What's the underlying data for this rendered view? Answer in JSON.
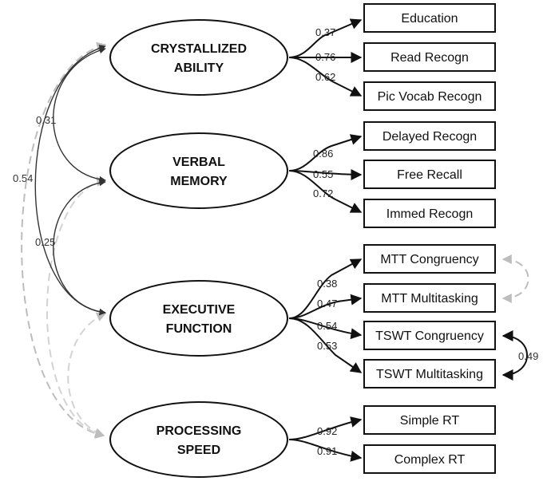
{
  "factors": [
    {
      "id": "crystallized",
      "lines": [
        "CRYSTALLIZED",
        "ABILITY"
      ]
    },
    {
      "id": "verbal",
      "lines": [
        "VERBAL",
        "MEMORY"
      ]
    },
    {
      "id": "executive",
      "lines": [
        "EXECUTIVE",
        "FUNCTION"
      ]
    },
    {
      "id": "processing",
      "lines": [
        "PROCESSING",
        "SPEED"
      ]
    }
  ],
  "indicators": [
    {
      "label": "Education",
      "loading": "0.37"
    },
    {
      "label": "Read Recogn",
      "loading": "0.76"
    },
    {
      "label": "Pic Vocab Recogn",
      "loading": "0.62"
    },
    {
      "label": "Delayed Recogn",
      "loading": "0.86"
    },
    {
      "label": "Free Recall",
      "loading": "0.55"
    },
    {
      "label": "Immed Recogn",
      "loading": "0.72"
    },
    {
      "label": "MTT Congruency",
      "loading": "0.38"
    },
    {
      "label": "MTT Multitasking",
      "loading": "0.47"
    },
    {
      "label": "TSWT Congruency",
      "loading": "0.54"
    },
    {
      "label": "TSWT Multitasking",
      "loading": "0.53"
    },
    {
      "label": "Simple RT",
      "loading": "0.92"
    },
    {
      "label": "Complex RT",
      "loading": "0.91"
    }
  ],
  "factor_correlations": [
    {
      "pair": "crystallized-verbal",
      "value": "0.31"
    },
    {
      "pair": "crystallized-executive",
      "value": "0.54"
    },
    {
      "pair": "verbal-executive",
      "value": "0.25"
    }
  ],
  "residual_correlations": [
    {
      "pair": "TSWT Congruency-TSWT Multitasking",
      "value": "0.49"
    }
  ],
  "colors": {
    "line": "#111111",
    "dashed": "#bdbdbd"
  }
}
